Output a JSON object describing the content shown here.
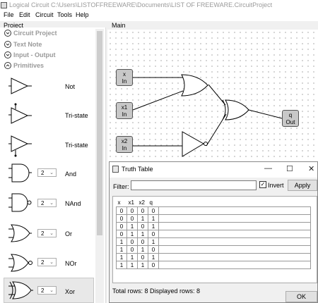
{
  "window": {
    "title": "Logical Circuit C:\\Users\\LISTOFFREEWARE\\Documents\\LIST OF FREEWARE.CircuitProject"
  },
  "menu": [
    "File",
    "Edit",
    "Circuit",
    "Tools",
    "Help"
  ],
  "project_panel": {
    "header": "Project",
    "categories": [
      "Circuit Project",
      "Text Note",
      "Input - Output",
      "Primitives"
    ],
    "primitives": [
      {
        "label": "Not",
        "icon": "not-gate-icon"
      },
      {
        "label": "Tri-state",
        "icon": "tristate-gate-icon"
      },
      {
        "label": "Tri-state",
        "icon": "tristate-gate-icon"
      },
      {
        "label": "And",
        "icon": "and-gate-icon",
        "inputs": "2"
      },
      {
        "label": "NAnd",
        "icon": "nand-gate-icon",
        "inputs": "2"
      },
      {
        "label": "Or",
        "icon": "or-gate-icon",
        "inputs": "2"
      },
      {
        "label": "NOr",
        "icon": "nor-gate-icon",
        "inputs": "2"
      },
      {
        "label": "Xor",
        "icon": "xor-gate-icon",
        "inputs": "2"
      }
    ]
  },
  "main": {
    "tab_label": "Main",
    "nodes": [
      {
        "name": "x",
        "type": "In"
      },
      {
        "name": "x1",
        "type": "In"
      },
      {
        "name": "x2",
        "type": "In"
      },
      {
        "name": "q",
        "type": "Out"
      }
    ]
  },
  "truth_table": {
    "title": "Truth Table",
    "window_controls": [
      "—",
      "☐",
      "✕"
    ],
    "filter_label": "Filter:",
    "filter_value": "",
    "invert_label": "Invert",
    "invert_checked": true,
    "apply_label": "Apply",
    "columns": [
      "x",
      "x1",
      "x2",
      "q"
    ],
    "rows": [
      [
        "0",
        "0",
        "0",
        "0"
      ],
      [
        "0",
        "0",
        "1",
        "1"
      ],
      [
        "0",
        "1",
        "0",
        "1"
      ],
      [
        "0",
        "1",
        "1",
        "0"
      ],
      [
        "1",
        "0",
        "0",
        "1"
      ],
      [
        "1",
        "0",
        "1",
        "0"
      ],
      [
        "1",
        "1",
        "0",
        "1"
      ],
      [
        "1",
        "1",
        "1",
        "0"
      ]
    ],
    "status_text": "Total rows: 8   Displayed rows: 8",
    "ok_label": "OK"
  }
}
